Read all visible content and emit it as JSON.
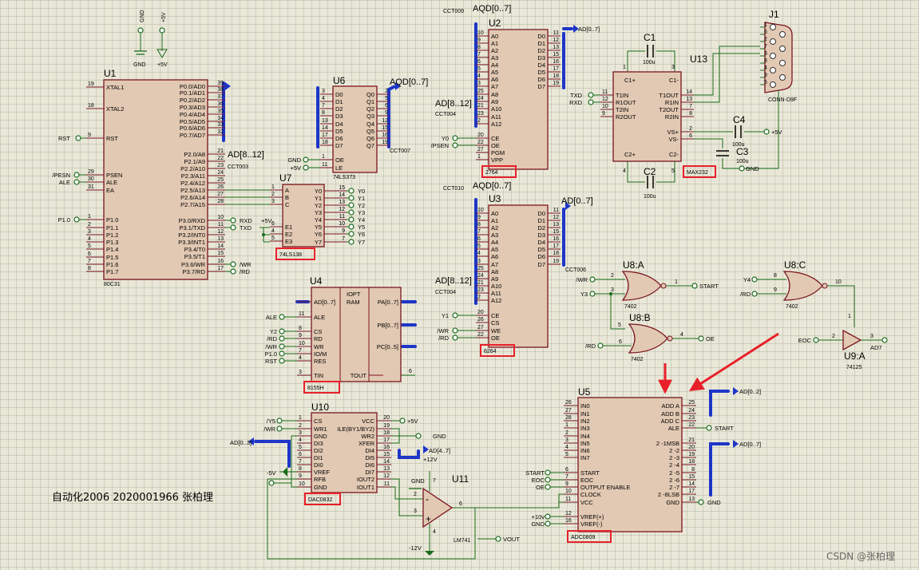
{
  "u1": {
    "ref": "U1",
    "type": "80C31",
    "left_pins": [
      {
        "num": "19",
        "name": "XTAL1"
      },
      {
        "num": "18",
        "name": "XTAL2"
      },
      {
        "num": "9",
        "name": "RST"
      },
      {
        "num": "29",
        "name": "PSEN"
      },
      {
        "num": "30",
        "name": "ALE"
      },
      {
        "num": "31",
        "name": "EA"
      },
      {
        "num": "1",
        "name": "P1.0"
      },
      {
        "num": "2",
        "name": "P1.1"
      },
      {
        "num": "3",
        "name": "P1.2"
      },
      {
        "num": "4",
        "name": "P1.3"
      },
      {
        "num": "5",
        "name": "P1.4"
      },
      {
        "num": "6",
        "name": "P1.5"
      },
      {
        "num": "7",
        "name": "P1.6"
      },
      {
        "num": "8",
        "name": "P1.7"
      }
    ],
    "right_pins": [
      {
        "num": "39",
        "name": "P0.0/AD0"
      },
      {
        "num": "38",
        "name": "P0.1/AD1"
      },
      {
        "num": "37",
        "name": "P0.2/AD2"
      },
      {
        "num": "36",
        "name": "P0.3/AD3"
      },
      {
        "num": "35",
        "name": "P0.4/AD4"
      },
      {
        "num": "34",
        "name": "P0.5/AD5"
      },
      {
        "num": "33",
        "name": "P0.6/AD6"
      },
      {
        "num": "32",
        "name": "P0.7/AD7"
      },
      {
        "num": "21",
        "name": "P2.0/A8"
      },
      {
        "num": "22",
        "name": "P2.1/A9"
      },
      {
        "num": "23",
        "name": "P2.2/A10"
      },
      {
        "num": "24",
        "name": "P2.3/A11"
      },
      {
        "num": "25",
        "name": "P2.4/A12"
      },
      {
        "num": "26",
        "name": "P2.5/A13"
      },
      {
        "num": "27",
        "name": "P2.6/A14"
      },
      {
        "num": "28",
        "name": "P2.7/A15"
      },
      {
        "num": "10",
        "name": "P3.0/RXD"
      },
      {
        "num": "11",
        "name": "P3.1/TXD"
      },
      {
        "num": "12",
        "name": "P3.2/INT0"
      },
      {
        "num": "13",
        "name": "P3.3/INT1"
      },
      {
        "num": "14",
        "name": "P3.4/T0"
      },
      {
        "num": "15",
        "name": "P3.5/T1"
      },
      {
        "num": "16",
        "name": "P3.6/WR"
      },
      {
        "num": "17",
        "name": "P3.7/RD"
      }
    ],
    "nets": {
      "rst": "RST",
      "psen": "/PESN",
      "ale": "ALE",
      "p10": "P1.0",
      "rxd": "RXD",
      "txd": "TXD",
      "wr": "/WR",
      "rd": "/RD"
    },
    "bus_label": "AD[8..12]",
    "cct": "CCT003"
  },
  "power": {
    "gnd": "GND",
    "vcc": "+5V"
  },
  "u6": {
    "ref": "U6",
    "type": "74LS373",
    "bus_label": "AQD[0..7]",
    "cct": "CCT007",
    "left_pins": [
      {
        "num": "3",
        "name": "D0"
      },
      {
        "num": "4",
        "name": "D1"
      },
      {
        "num": "7",
        "name": "D2"
      },
      {
        "num": "8",
        "name": "D3"
      },
      {
        "num": "13",
        "name": "D4"
      },
      {
        "num": "14",
        "name": "D5"
      },
      {
        "num": "17",
        "name": "D6"
      },
      {
        "num": "18",
        "name": "D7"
      },
      {
        "num": "1",
        "name": "OE"
      },
      {
        "num": "11",
        "name": "LE"
      }
    ],
    "right_pins": [
      {
        "num": "2",
        "name": "Q0"
      },
      {
        "num": "5",
        "name": "Q1"
      },
      {
        "num": "6",
        "name": "Q2"
      },
      {
        "num": "9",
        "name": "Q3"
      },
      {
        "num": "12",
        "name": "Q4"
      },
      {
        "num": "15",
        "name": "Q5"
      },
      {
        "num": "16",
        "name": "Q6"
      },
      {
        "num": "19",
        "name": "Q7"
      }
    ],
    "gnd": "GND",
    "vcc": "+5V"
  },
  "u7": {
    "ref": "U7",
    "type": "74LS138",
    "left_pins": [
      {
        "num": "1",
        "name": "A"
      },
      {
        "num": "2",
        "name": "B"
      },
      {
        "num": "3",
        "name": "C"
      },
      {
        "num": "6",
        "name": "E1"
      },
      {
        "num": "4",
        "name": "E2"
      },
      {
        "num": "5",
        "name": "E3"
      }
    ],
    "right_pins": [
      {
        "num": "15",
        "name": "Y0"
      },
      {
        "num": "14",
        "name": "Y1"
      },
      {
        "num": "13",
        "name": "Y2"
      },
      {
        "num": "12",
        "name": "Y3"
      },
      {
        "num": "11",
        "name": "Y4"
      },
      {
        "num": "10",
        "name": "Y5"
      },
      {
        "num": "9",
        "name": "Y6"
      },
      {
        "num": "7",
        "name": "Y7"
      }
    ],
    "out_nets": [
      "Y0",
      "Y1",
      "Y2",
      "Y3",
      "Y4",
      "Y5",
      "Y6",
      "Y7"
    ],
    "vcc": "+5V"
  },
  "u2": {
    "ref": "U2",
    "type": "2764",
    "bus_label": "AQD[0..7]",
    "cct_top": "CCT009",
    "addr_bus": "AD[8..12]",
    "cct_mid": "CCT004",
    "out_bus": "AD[0..7]",
    "left_pins": [
      {
        "num": "10",
        "name": "A0"
      },
      {
        "num": "9",
        "name": "A1"
      },
      {
        "num": "8",
        "name": "A2"
      },
      {
        "num": "7",
        "name": "A3"
      },
      {
        "num": "6",
        "name": "A4"
      },
      {
        "num": "5",
        "name": "A5"
      },
      {
        "num": "4",
        "name": "A6"
      },
      {
        "num": "3",
        "name": "A7"
      },
      {
        "num": "25",
        "name": "A8"
      },
      {
        "num": "24",
        "name": "A9"
      },
      {
        "num": "21",
        "name": "A10"
      },
      {
        "num": "23",
        "name": "A11"
      },
      {
        "num": "2",
        "name": "A12"
      },
      {
        "num": "20",
        "name": "CE"
      },
      {
        "num": "22",
        "name": "OE"
      },
      {
        "num": "27",
        "name": "PGM"
      },
      {
        "num": "1",
        "name": "VPP"
      }
    ],
    "right_pins": [
      {
        "num": "11",
        "name": "D0"
      },
      {
        "num": "12",
        "name": "D1"
      },
      {
        "num": "13",
        "name": "D2"
      },
      {
        "num": "15",
        "name": "D3"
      },
      {
        "num": "16",
        "name": "D4"
      },
      {
        "num": "17",
        "name": "D5"
      },
      {
        "num": "18",
        "name": "D6"
      },
      {
        "num": "19",
        "name": "D7"
      }
    ],
    "nets": {
      "y0": "Y0",
      "psen": "/PSEN"
    }
  },
  "u3": {
    "ref": "U3",
    "type": "6264",
    "bus_label": "AQD[0..7]",
    "cct_top": "CCT010",
    "addr_bus": "AD[8..12]",
    "cct_mid": "CCT004",
    "out_bus": "AD[0..7]",
    "cct_out": "CCT006",
    "left_pins": [
      {
        "num": "10",
        "name": "A0"
      },
      {
        "num": "9",
        "name": "A1"
      },
      {
        "num": "8",
        "name": "A2"
      },
      {
        "num": "7",
        "name": "A3"
      },
      {
        "num": "6",
        "name": "A4"
      },
      {
        "num": "5",
        "name": "A5"
      },
      {
        "num": "4",
        "name": "A6"
      },
      {
        "num": "3",
        "name": "A7"
      },
      {
        "num": "25",
        "name": "A8"
      },
      {
        "num": "24",
        "name": "A9"
      },
      {
        "num": "21",
        "name": "A10"
      },
      {
        "num": "23",
        "name": "A11"
      },
      {
        "num": "2",
        "name": "A12"
      },
      {
        "num": "20",
        "name": "CE"
      },
      {
        "num": "26",
        "name": "CS"
      },
      {
        "num": "27",
        "name": "WE"
      },
      {
        "num": "22",
        "name": "OE"
      }
    ],
    "right_pins": [
      {
        "num": "11",
        "name": "D0"
      },
      {
        "num": "12",
        "name": "D1"
      },
      {
        "num": "13",
        "name": "D2"
      },
      {
        "num": "15",
        "name": "D3"
      },
      {
        "num": "16",
        "name": "D4"
      },
      {
        "num": "17",
        "name": "D5"
      },
      {
        "num": "18",
        "name": "D6"
      },
      {
        "num": "19",
        "name": "D7"
      }
    ],
    "nets": {
      "y1": "Y1",
      "wr": "/WR",
      "rd": "/RD"
    }
  },
  "u13": {
    "ref": "U13",
    "type": "MAX232",
    "pins": [
      {
        "num": "1",
        "name": "C1+"
      },
      {
        "num": "3",
        "name": "C1-"
      },
      {
        "num": "11",
        "name": "T1IN"
      },
      {
        "num": "12",
        "name": "R1OUT"
      },
      {
        "num": "10",
        "name": "T2IN"
      },
      {
        "num": "9",
        "name": "R2OUT"
      },
      {
        "num": "14",
        "name": "T1OUT"
      },
      {
        "num": "13",
        "name": "R1IN"
      },
      {
        "num": "7",
        "name": "T2OUT"
      },
      {
        "num": "8",
        "name": "R2IN"
      },
      {
        "num": "2",
        "name": "VS+"
      },
      {
        "num": "6",
        "name": "VS-"
      },
      {
        "num": "4",
        "name": "C2+"
      },
      {
        "num": "5",
        "name": "C2-"
      }
    ],
    "nets": {
      "txd": "TXD",
      "rxd": "RXD",
      "vcc": "+5V",
      "gnd": "GND"
    },
    "caps": [
      {
        "ref": "C1",
        "value": "100u"
      },
      {
        "ref": "C2",
        "value": "100u"
      },
      {
        "ref": "C3",
        "value": "100u"
      },
      {
        "ref": "C4",
        "value": "100u"
      }
    ]
  },
  "j1": {
    "ref": "J1",
    "type": "CONN-D9F",
    "pins": [
      "1",
      "6",
      "2",
      "7",
      "3",
      "8",
      "4",
      "9",
      "5"
    ]
  },
  "u4": {
    "ref": "U4",
    "type": "8155H",
    "title_line1": "IOPT",
    "title_line2": "RAM",
    "left_pins": [
      {
        "num": "",
        "name": "AD[0..7]"
      },
      {
        "num": "11",
        "name": "ALE"
      },
      {
        "num": "8",
        "name": "CS"
      },
      {
        "num": "9",
        "name": "RD"
      },
      {
        "num": "10",
        "name": "WR"
      },
      {
        "num": "7",
        "name": "IO/M"
      },
      {
        "num": "4",
        "name": "RES"
      },
      {
        "num": "3",
        "name": "TIN"
      }
    ],
    "right_pins": [
      {
        "name": "PA[0..7]"
      },
      {
        "name": "PB[0..7]"
      },
      {
        "name": "PC[0..5]"
      },
      {
        "name": "TOUT",
        "num": "6"
      }
    ],
    "nets": [
      "ALE",
      "Y2",
      "/RD",
      "/WR",
      "P1.0",
      "RST"
    ]
  },
  "u8a": {
    "ref": "U8:A",
    "type": "7402",
    "in": [
      "/WR",
      "Y3"
    ],
    "pins": [
      "2",
      "3",
      "1"
    ],
    "out": "START"
  },
  "u8b": {
    "ref": "U8:B",
    "type": "7402",
    "in": [
      "/RD"
    ],
    "pins": [
      "5",
      "6",
      "4"
    ],
    "out": "OE"
  },
  "u8c": {
    "ref": "U8:C",
    "type": "7402",
    "in": [
      "Y4",
      "/RD"
    ],
    "pins": [
      "8",
      "9",
      "10"
    ]
  },
  "u9a": {
    "ref": "U9:A",
    "type": "74125",
    "in": "EOC",
    "pins": [
      "1",
      "2",
      "3"
    ],
    "out": "AD7"
  },
  "u10": {
    "ref": "U10",
    "type": "DAC0832",
    "left_pins": [
      {
        "num": "1",
        "name": "CS"
      },
      {
        "num": "2",
        "name": "WR1"
      },
      {
        "num": "3",
        "name": "GND"
      },
      {
        "num": "4",
        "name": "DI3"
      },
      {
        "num": "5",
        "name": "DI2"
      },
      {
        "num": "6",
        "name": "DI1"
      },
      {
        "num": "7",
        "name": "DI0"
      },
      {
        "num": "8",
        "name": "VREF"
      },
      {
        "num": "9",
        "name": "RFB"
      },
      {
        "num": "10",
        "name": "GND"
      }
    ],
    "right_pins": [
      {
        "num": "20",
        "name": "VCC"
      },
      {
        "num": "19",
        "name": "ILE(BY1/BY2)"
      },
      {
        "num": "18",
        "name": "WR2"
      },
      {
        "num": "17",
        "name": "XFER"
      },
      {
        "num": "16",
        "name": "DI4"
      },
      {
        "num": "15",
        "name": "DI5"
      },
      {
        "num": "14",
        "name": "DI6"
      },
      {
        "num": "13",
        "name": "DI7"
      },
      {
        "num": "12",
        "name": "IOUT2"
      },
      {
        "num": "11",
        "name": "IOUT1"
      }
    ],
    "nets": {
      "y5": "/Y5",
      "wr": "/WR",
      "ad03": "AD[0..3]",
      "m5v": "-5V",
      "p5v": "+5V",
      "gnd": "GND",
      "ad47": "AD[4..7]",
      "p12": "+12V"
    }
  },
  "u11": {
    "ref": "U11",
    "type": "LM741",
    "pins": [
      "2",
      "3",
      "6",
      "7",
      "4"
    ],
    "minus": "-",
    "plus": "+",
    "gnd": "GND",
    "neg": "-12V",
    "vout": "VOUT"
  },
  "u5": {
    "ref": "U5",
    "type": "ADC0809",
    "left_pins": [
      {
        "num": "26",
        "name": "IN0"
      },
      {
        "num": "27",
        "name": "IN1"
      },
      {
        "num": "28",
        "name": "IN2"
      },
      {
        "num": "1",
        "name": "IN3"
      },
      {
        "num": "2",
        "name": "IN4"
      },
      {
        "num": "3",
        "name": "IN5"
      },
      {
        "num": "4",
        "name": "IN6"
      },
      {
        "num": "5",
        "name": "IN7"
      },
      {
        "num": "6",
        "name": "START"
      },
      {
        "num": "7",
        "name": "EOC"
      },
      {
        "num": "9",
        "name": "OUTPUT ENABLE"
      },
      {
        "num": "10",
        "name": "CLOCK"
      },
      {
        "num": "11",
        "name": "VCC"
      },
      {
        "num": "12",
        "name": "VREF(+)"
      },
      {
        "num": "16",
        "name": "VREF(-)"
      }
    ],
    "right_pins": [
      {
        "num": "25",
        "name": "ADD A"
      },
      {
        "num": "24",
        "name": "ADD B"
      },
      {
        "num": "23",
        "name": "ADD C"
      },
      {
        "num": "22",
        "name": "ALE"
      },
      {
        "num": "21",
        "name": "2 -1MSB"
      },
      {
        "num": "20",
        "name": "2 -2"
      },
      {
        "num": "19",
        "name": "2 -3"
      },
      {
        "num": "18",
        "name": "2 -4"
      },
      {
        "num": "8",
        "name": "2 -5"
      },
      {
        "num": "15",
        "name": "2 -6"
      },
      {
        "num": "14",
        "name": "2 -7"
      },
      {
        "num": "17",
        "name": "2 -8LSB"
      },
      {
        "num": "13",
        "name": "GND"
      }
    ],
    "nets": {
      "start": "START",
      "eoc": "EOC",
      "oe": "OE",
      "v10": "+10v",
      "gnd": "GND",
      "ad02": "AD[0..2]",
      "ad07": "AD[0..7]",
      "start_out": "START",
      "gnd_out": "GND"
    }
  },
  "author_note": "自动化2006 2020001966 张柏理",
  "watermark": "CSDN @张柏理",
  "colors": {
    "component_fill": "#e2c9b3",
    "component_border": "#7a1420",
    "bus": "#1d35c8",
    "pin_line": "#7a1420",
    "highlight_box": "#e8202a",
    "background": "#e9e8d8"
  }
}
